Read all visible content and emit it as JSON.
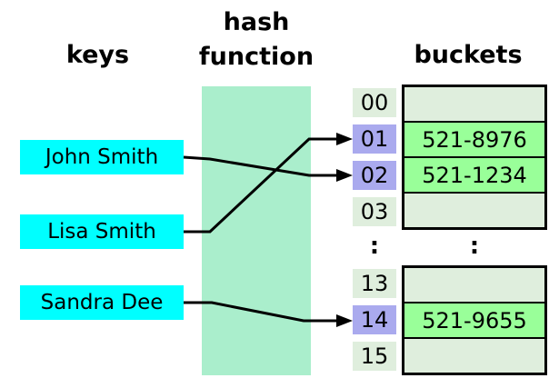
{
  "headers": {
    "keys": "keys",
    "hash_line1": "hash",
    "hash_line2": "function",
    "buckets": "buckets"
  },
  "keys": [
    {
      "label": "John Smith"
    },
    {
      "label": "Lisa Smith"
    },
    {
      "label": "Sandra Dee"
    }
  ],
  "bucket_table_upper": {
    "rows": [
      {
        "index": "00",
        "value": "",
        "filled": false
      },
      {
        "index": "01",
        "value": "521-8976",
        "filled": true
      },
      {
        "index": "02",
        "value": "521-1234",
        "filled": true
      },
      {
        "index": "03",
        "value": "",
        "filled": false
      }
    ]
  },
  "ellipsis": {
    "index_colon": ":",
    "bucket_colon": ":"
  },
  "bucket_table_lower": {
    "rows": [
      {
        "index": "13",
        "value": "",
        "filled": false
      },
      {
        "index": "14",
        "value": "521-9655",
        "filled": true
      },
      {
        "index": "15",
        "value": "",
        "filled": false
      }
    ]
  },
  "mappings": [
    {
      "from": "John Smith",
      "to": "02"
    },
    {
      "from": "Lisa Smith",
      "to": "01"
    },
    {
      "from": "Sandra Dee",
      "to": "14"
    }
  ],
  "colors": {
    "key_box": "#00ffff",
    "index_highlight": "#aaaaee",
    "index_normal": "#dfeedd",
    "bucket_empty": "#dfeedd",
    "bucket_filled": "#99ff99",
    "hash_function_box": "#aaeecc"
  }
}
